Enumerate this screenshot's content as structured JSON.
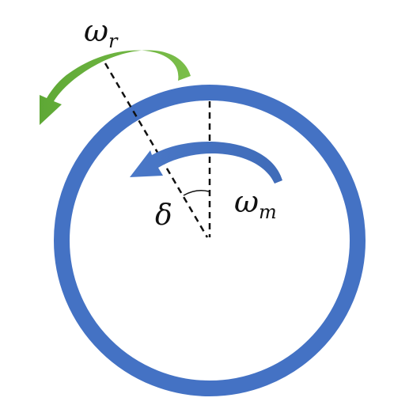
{
  "labels": {
    "omega_r": {
      "symbol": "ω",
      "subscript": "r"
    },
    "omega_m": {
      "symbol": "ω",
      "subscript": "m"
    },
    "delta": "δ"
  },
  "colors": {
    "ring": "#4472C4",
    "green_arrow": "#6AAE3A",
    "blue_arrow": "#4472C4",
    "lines": "#111111",
    "background": "#ffffff"
  }
}
